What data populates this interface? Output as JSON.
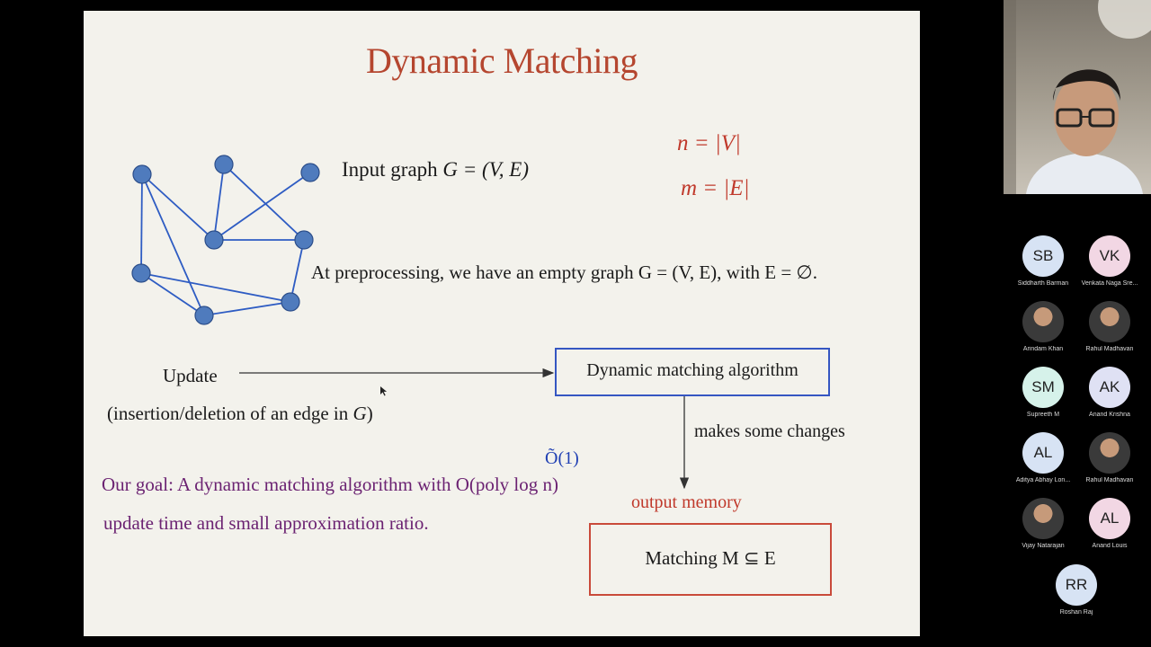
{
  "slide": {
    "title": "Dynamic Matching",
    "input_graph_prefix": "Input graph ",
    "input_graph_math": "G = (V, E)",
    "n_def": "n = |V|",
    "m_def": "m = |E|",
    "preprocessing_text": "At preprocessing, we have an empty graph G = (V, E),  with E = ∅.",
    "update_label": "Update",
    "update_desc_prefix": "(insertion/deletion of an edge in ",
    "update_desc_var": "G",
    "update_desc_suffix": ")",
    "algorithm_box": "Dynamic matching algorithm",
    "changes_label": "makes some changes",
    "o_tilde": "Õ(1)",
    "goal_line1": "Our goal:  A dynamic matching algorithm with O(poly log n)",
    "goal_line2": "update time and small approximation ratio.",
    "output_memory": "output memory",
    "matching_box": "Matching M ⊆ E"
  },
  "colors": {
    "title": "#b5462f",
    "accent_red": "#c0392b",
    "purple": "#6b2272",
    "blue": "#1f3fb3",
    "node_fill": "#4f7bbd"
  },
  "participants": [
    {
      "initials": "SB",
      "name": "Siddharth Barman",
      "avatar_bg": "#d7e3f4",
      "photo": false
    },
    {
      "initials": "VK",
      "name": "Venkata Naga Sre...",
      "avatar_bg": "#f2d7e4",
      "photo": false
    },
    {
      "initials": "",
      "name": "Arindam Khan",
      "avatar_bg": "",
      "photo": true
    },
    {
      "initials": "",
      "name": "Rahul Madhavan",
      "avatar_bg": "",
      "photo": true
    },
    {
      "initials": "SM",
      "name": "Supreeth M",
      "avatar_bg": "#d6f2ea",
      "photo": false
    },
    {
      "initials": "AK",
      "name": "Anand Krishna",
      "avatar_bg": "#dfe1f4",
      "photo": false
    },
    {
      "initials": "AL",
      "name": "Aditya Abhay Lon...",
      "avatar_bg": "#d7e3f4",
      "photo": false
    },
    {
      "initials": "",
      "name": "Rahul Madhavan",
      "avatar_bg": "",
      "photo": true
    },
    {
      "initials": "",
      "name": "Vijay Natarajan",
      "avatar_bg": "",
      "photo": true
    },
    {
      "initials": "AL",
      "name": "Anand Louis",
      "avatar_bg": "#f2d7e4",
      "photo": false
    },
    {
      "initials": "RR",
      "name": "Roshan Raj",
      "avatar_bg": "#d7e3f4",
      "photo": false
    }
  ],
  "icons": {
    "speaker_video": "speaker-video-feed",
    "cursor": "mouse-pointer-icon"
  }
}
